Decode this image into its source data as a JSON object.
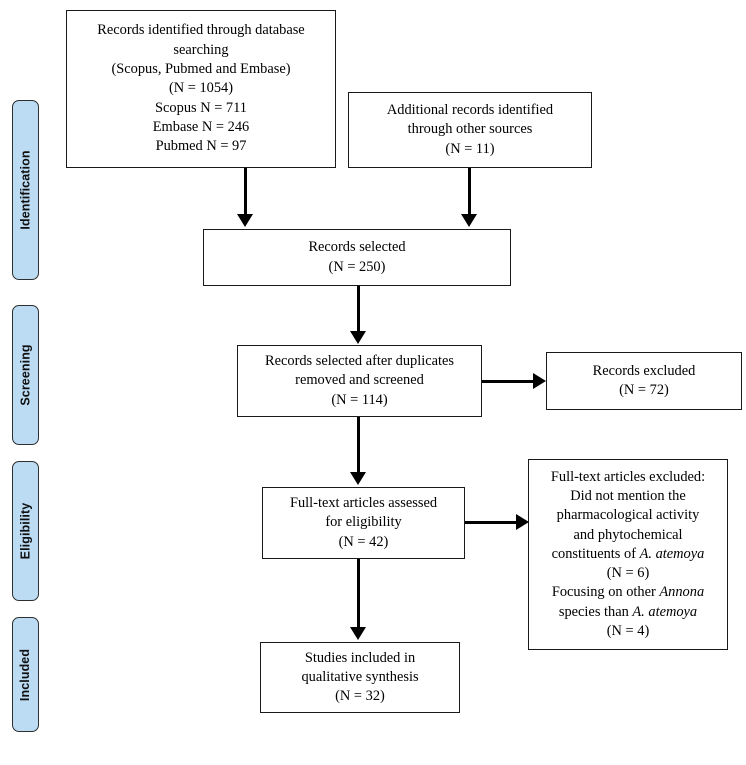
{
  "diagram": {
    "title": "PRISMA study selection flow diagram",
    "phases": [
      {
        "id": "identification",
        "label": "Identification"
      },
      {
        "id": "screening",
        "label": "Screening"
      },
      {
        "id": "eligibility",
        "label": "Eligibility"
      },
      {
        "id": "included",
        "label": "Included"
      }
    ],
    "nodes": {
      "database_search": {
        "name": "records-identified-database",
        "text": "Records identified through database searching\n(Scopus, Pubmed and Embase)\n(N = 1054)\nScopus N = 711\nEmbase N = 246\nPubmed N = 97",
        "count_total": 1054,
        "breakdown": [
          {
            "source": "Scopus",
            "n": 711
          },
          {
            "source": "Embase",
            "n": 246
          },
          {
            "source": "Pubmed",
            "n": 97
          }
        ]
      },
      "other_sources": {
        "name": "additional-records-other-sources",
        "text": "Additional records identified\nthrough other sources\n(N = 11)",
        "count": 11
      },
      "records_selected": {
        "name": "records-selected",
        "text": "Records selected\n(N = 250)",
        "count": 250
      },
      "records_screened": {
        "name": "records-selected-after-duplicates",
        "text": "Records selected after duplicates\nremoved and screened\n(N = 114)",
        "count": 114
      },
      "records_excluded": {
        "name": "records-excluded",
        "text": "Records excluded\n(N = 72)",
        "count": 72
      },
      "fulltext_assessed": {
        "name": "full-text-articles-assessed",
        "text": "Full-text articles assessed\nfor eligibility\n(N = 42)",
        "count": 42
      },
      "fulltext_excluded": {
        "name": "full-text-articles-excluded",
        "html": "Full-text articles excluded:<br>Did not mention the<br>pharmacological activity<br>and phytochemical<br>constituents of <i>A. atemoya</i><br>(N = 6)<br>Focusing on other <i>Annona</i><br>species than <i>A. atemoya</i><br>(N = 4)",
        "reasons": [
          {
            "reason": "Did not mention the pharmacological activity and phytochemical constituents of A. atemoya",
            "n": 6
          },
          {
            "reason": "Focusing on other Annona species than A. atemoya",
            "n": 4
          }
        ]
      },
      "studies_included": {
        "name": "studies-included-qualitative-synthesis",
        "text": "Studies included in\nqualitative synthesis\n(N = 32)",
        "count": 32
      }
    },
    "colors": {
      "phase_fill": "#bcdcf4",
      "phase_border": "#2f2f2f",
      "node_border": "#1a1a1a",
      "connector": "#000000",
      "background": "#ffffff"
    }
  }
}
